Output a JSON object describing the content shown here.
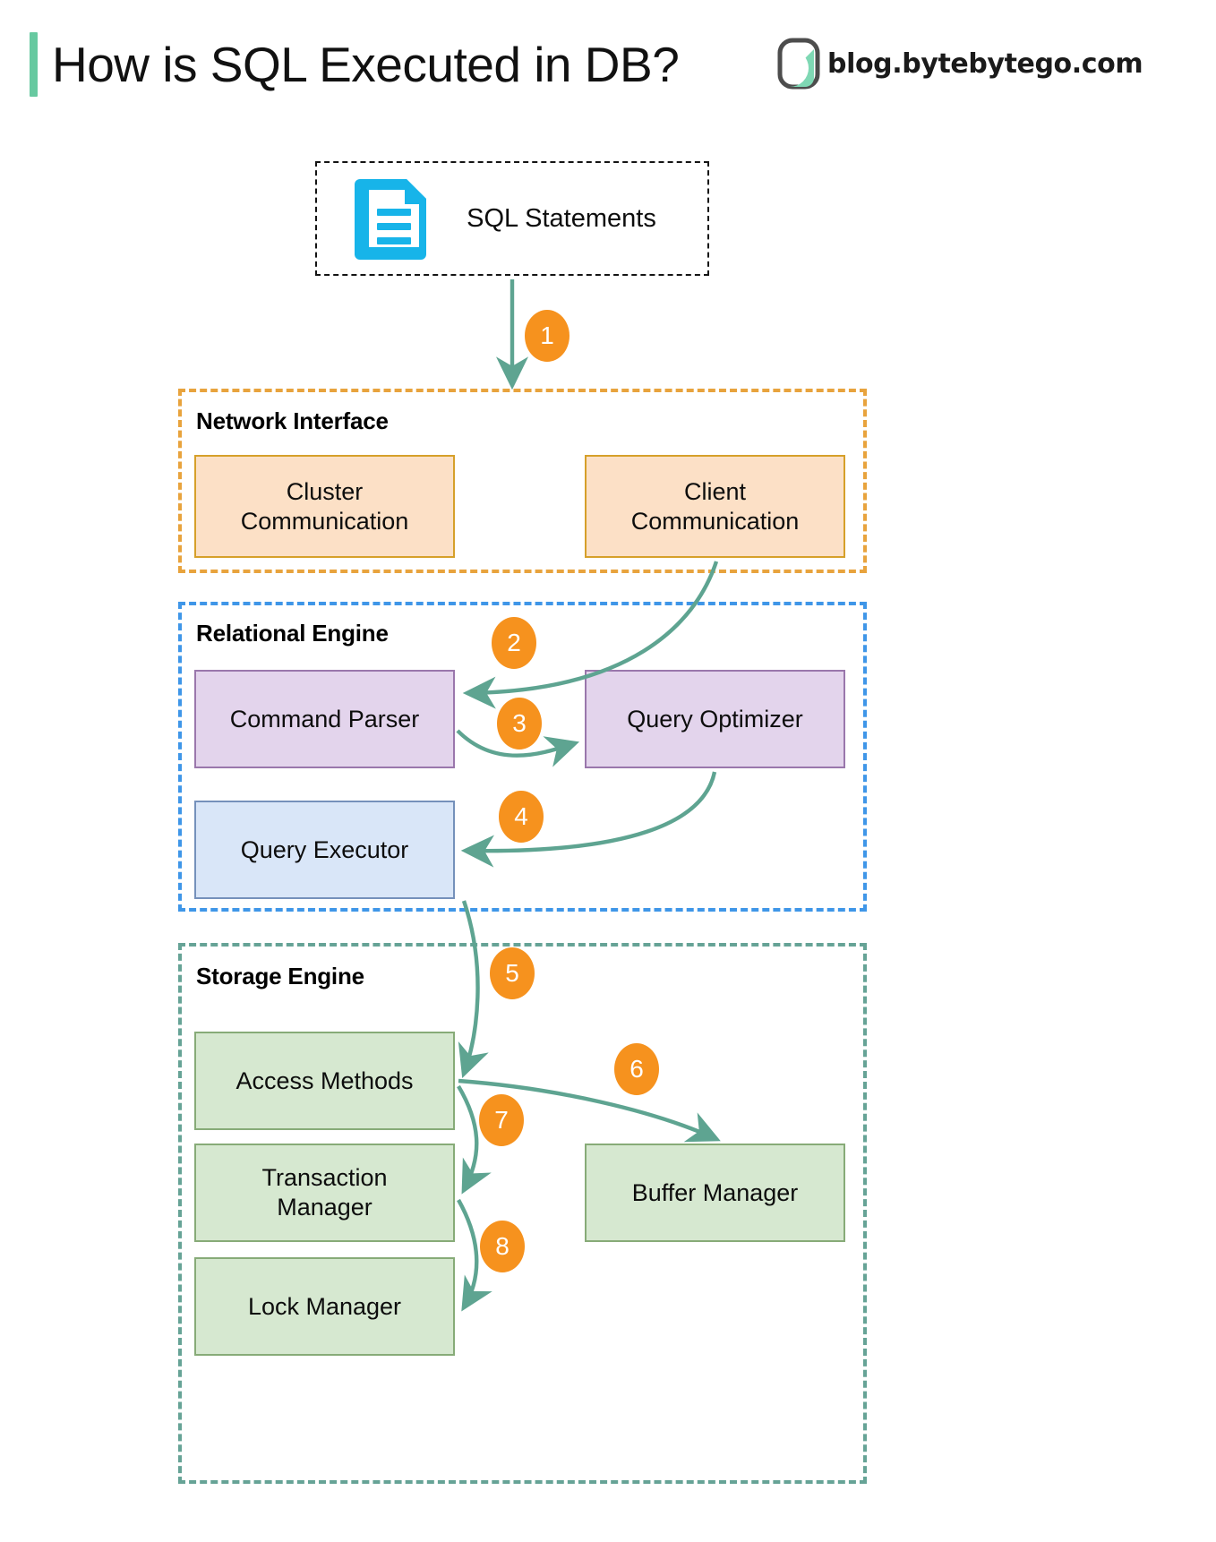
{
  "header": {
    "title": "How is SQL Executed in DB?",
    "brand_text": "blog.bytebytego.com",
    "accent_color": "#67c9a0",
    "logo_icon": "bytebytego-logo-icon"
  },
  "source": {
    "label": "SQL Statements",
    "icon": "document-icon",
    "icon_color": "#17b4e9",
    "border_style": "dashed",
    "border_color": "#141414"
  },
  "groups": [
    {
      "id": "network-interface",
      "title": "Network Interface",
      "border_color": "#e8a33d",
      "nodes": [
        {
          "id": "cluster-communication",
          "label": "Cluster\nCommunication",
          "line1": "Cluster",
          "line2": "Communication",
          "fill": "#fce0c6",
          "stroke": "#d6a02a"
        },
        {
          "id": "client-communication",
          "label": "Client\nCommunication",
          "line1": "Client",
          "line2": "Communication",
          "fill": "#fce0c6",
          "stroke": "#d6a02a"
        }
      ]
    },
    {
      "id": "relational-engine",
      "title": "Relational Engine",
      "border_color": "#3f96e8",
      "nodes": [
        {
          "id": "command-parser",
          "label": "Command Parser",
          "fill": "#e3d4ec",
          "stroke": "#9a77ac"
        },
        {
          "id": "query-optimizer",
          "label": "Query Optimizer",
          "fill": "#e3d4ec",
          "stroke": "#9a77ac"
        },
        {
          "id": "query-executor",
          "label": "Query Executor",
          "fill": "#d9e6f8",
          "stroke": "#7591bb"
        }
      ]
    },
    {
      "id": "storage-engine",
      "title": "Storage Engine",
      "border_color": "#66a396",
      "nodes": [
        {
          "id": "access-methods",
          "label": "Access Methods",
          "fill": "#d6e8d0",
          "stroke": "#87ab78"
        },
        {
          "id": "buffer-manager",
          "label": "Buffer Manager",
          "fill": "#d6e8d0",
          "stroke": "#87ab78"
        },
        {
          "id": "transaction-manager",
          "label": "Transaction\nManager",
          "line1": "Transaction",
          "line2": "Manager",
          "fill": "#d6e8d0",
          "stroke": "#87ab78"
        },
        {
          "id": "lock-manager",
          "label": "Lock Manager",
          "fill": "#d6e8d0",
          "stroke": "#87ab78"
        }
      ]
    }
  ],
  "steps": [
    {
      "n": "1",
      "from": "sql-statements",
      "to": "network-interface"
    },
    {
      "n": "2",
      "from": "client-communication",
      "to": "command-parser"
    },
    {
      "n": "3",
      "from": "command-parser",
      "to": "query-optimizer"
    },
    {
      "n": "4",
      "from": "query-optimizer",
      "to": "query-executor"
    },
    {
      "n": "5",
      "from": "query-executor",
      "to": "access-methods"
    },
    {
      "n": "6",
      "from": "access-methods",
      "to": "buffer-manager"
    },
    {
      "n": "7",
      "from": "access-methods",
      "to": "transaction-manager"
    },
    {
      "n": "8",
      "from": "transaction-manager",
      "to": "lock-manager"
    }
  ],
  "arrow_color": "#5ea491",
  "badge_color": "#f6921e"
}
